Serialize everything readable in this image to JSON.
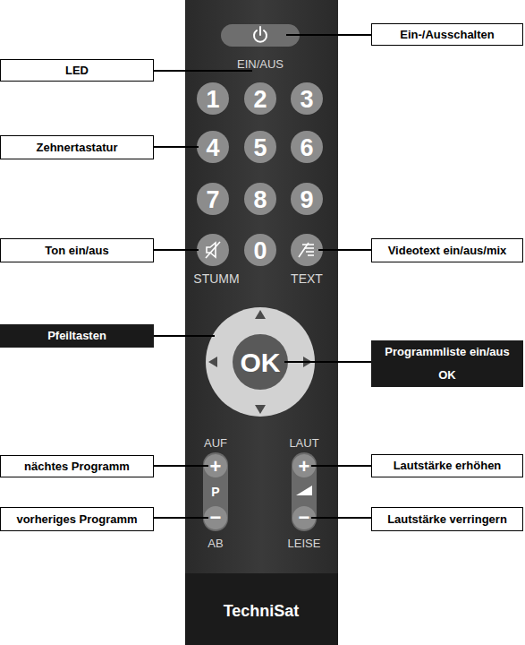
{
  "diagram": {
    "nodes": [
      {
        "text": [
          "Ein-/Ausschalten"
        ]
      },
      {
        "text": [
          "LED"
        ]
      },
      {
        "text": [
          "Zehnertastatur"
        ]
      },
      {
        "text": [
          "Ton ein/aus"
        ]
      },
      {
        "text": [
          "Videotext ein/aus/mix"
        ]
      },
      {
        "text": [
          "Pfeiltasten"
        ]
      },
      {
        "text": [
          "Programmliste ein/aus"
        ]
      },
      {
        "text": [
          "OK"
        ]
      },
      {
        "text": [
          "nächtes Programm"
        ]
      },
      {
        "text": [
          "vorheriges Programm"
        ]
      },
      {
        "text": [
          "Lautstärke erhöhen"
        ]
      },
      {
        "text": [
          "Lautstärke verringern"
        ]
      }
    ],
    "labels": [
      "EIN/AUS",
      "1",
      "2",
      "3",
      "4",
      "5",
      "6",
      "7",
      "8",
      "9",
      "0",
      "STUMM",
      "TEXT",
      "OK",
      "AUF",
      "+",
      "P",
      "−",
      "AB",
      "LAUT",
      "+",
      "−",
      "LEISE",
      "TechniSat"
    ]
  }
}
